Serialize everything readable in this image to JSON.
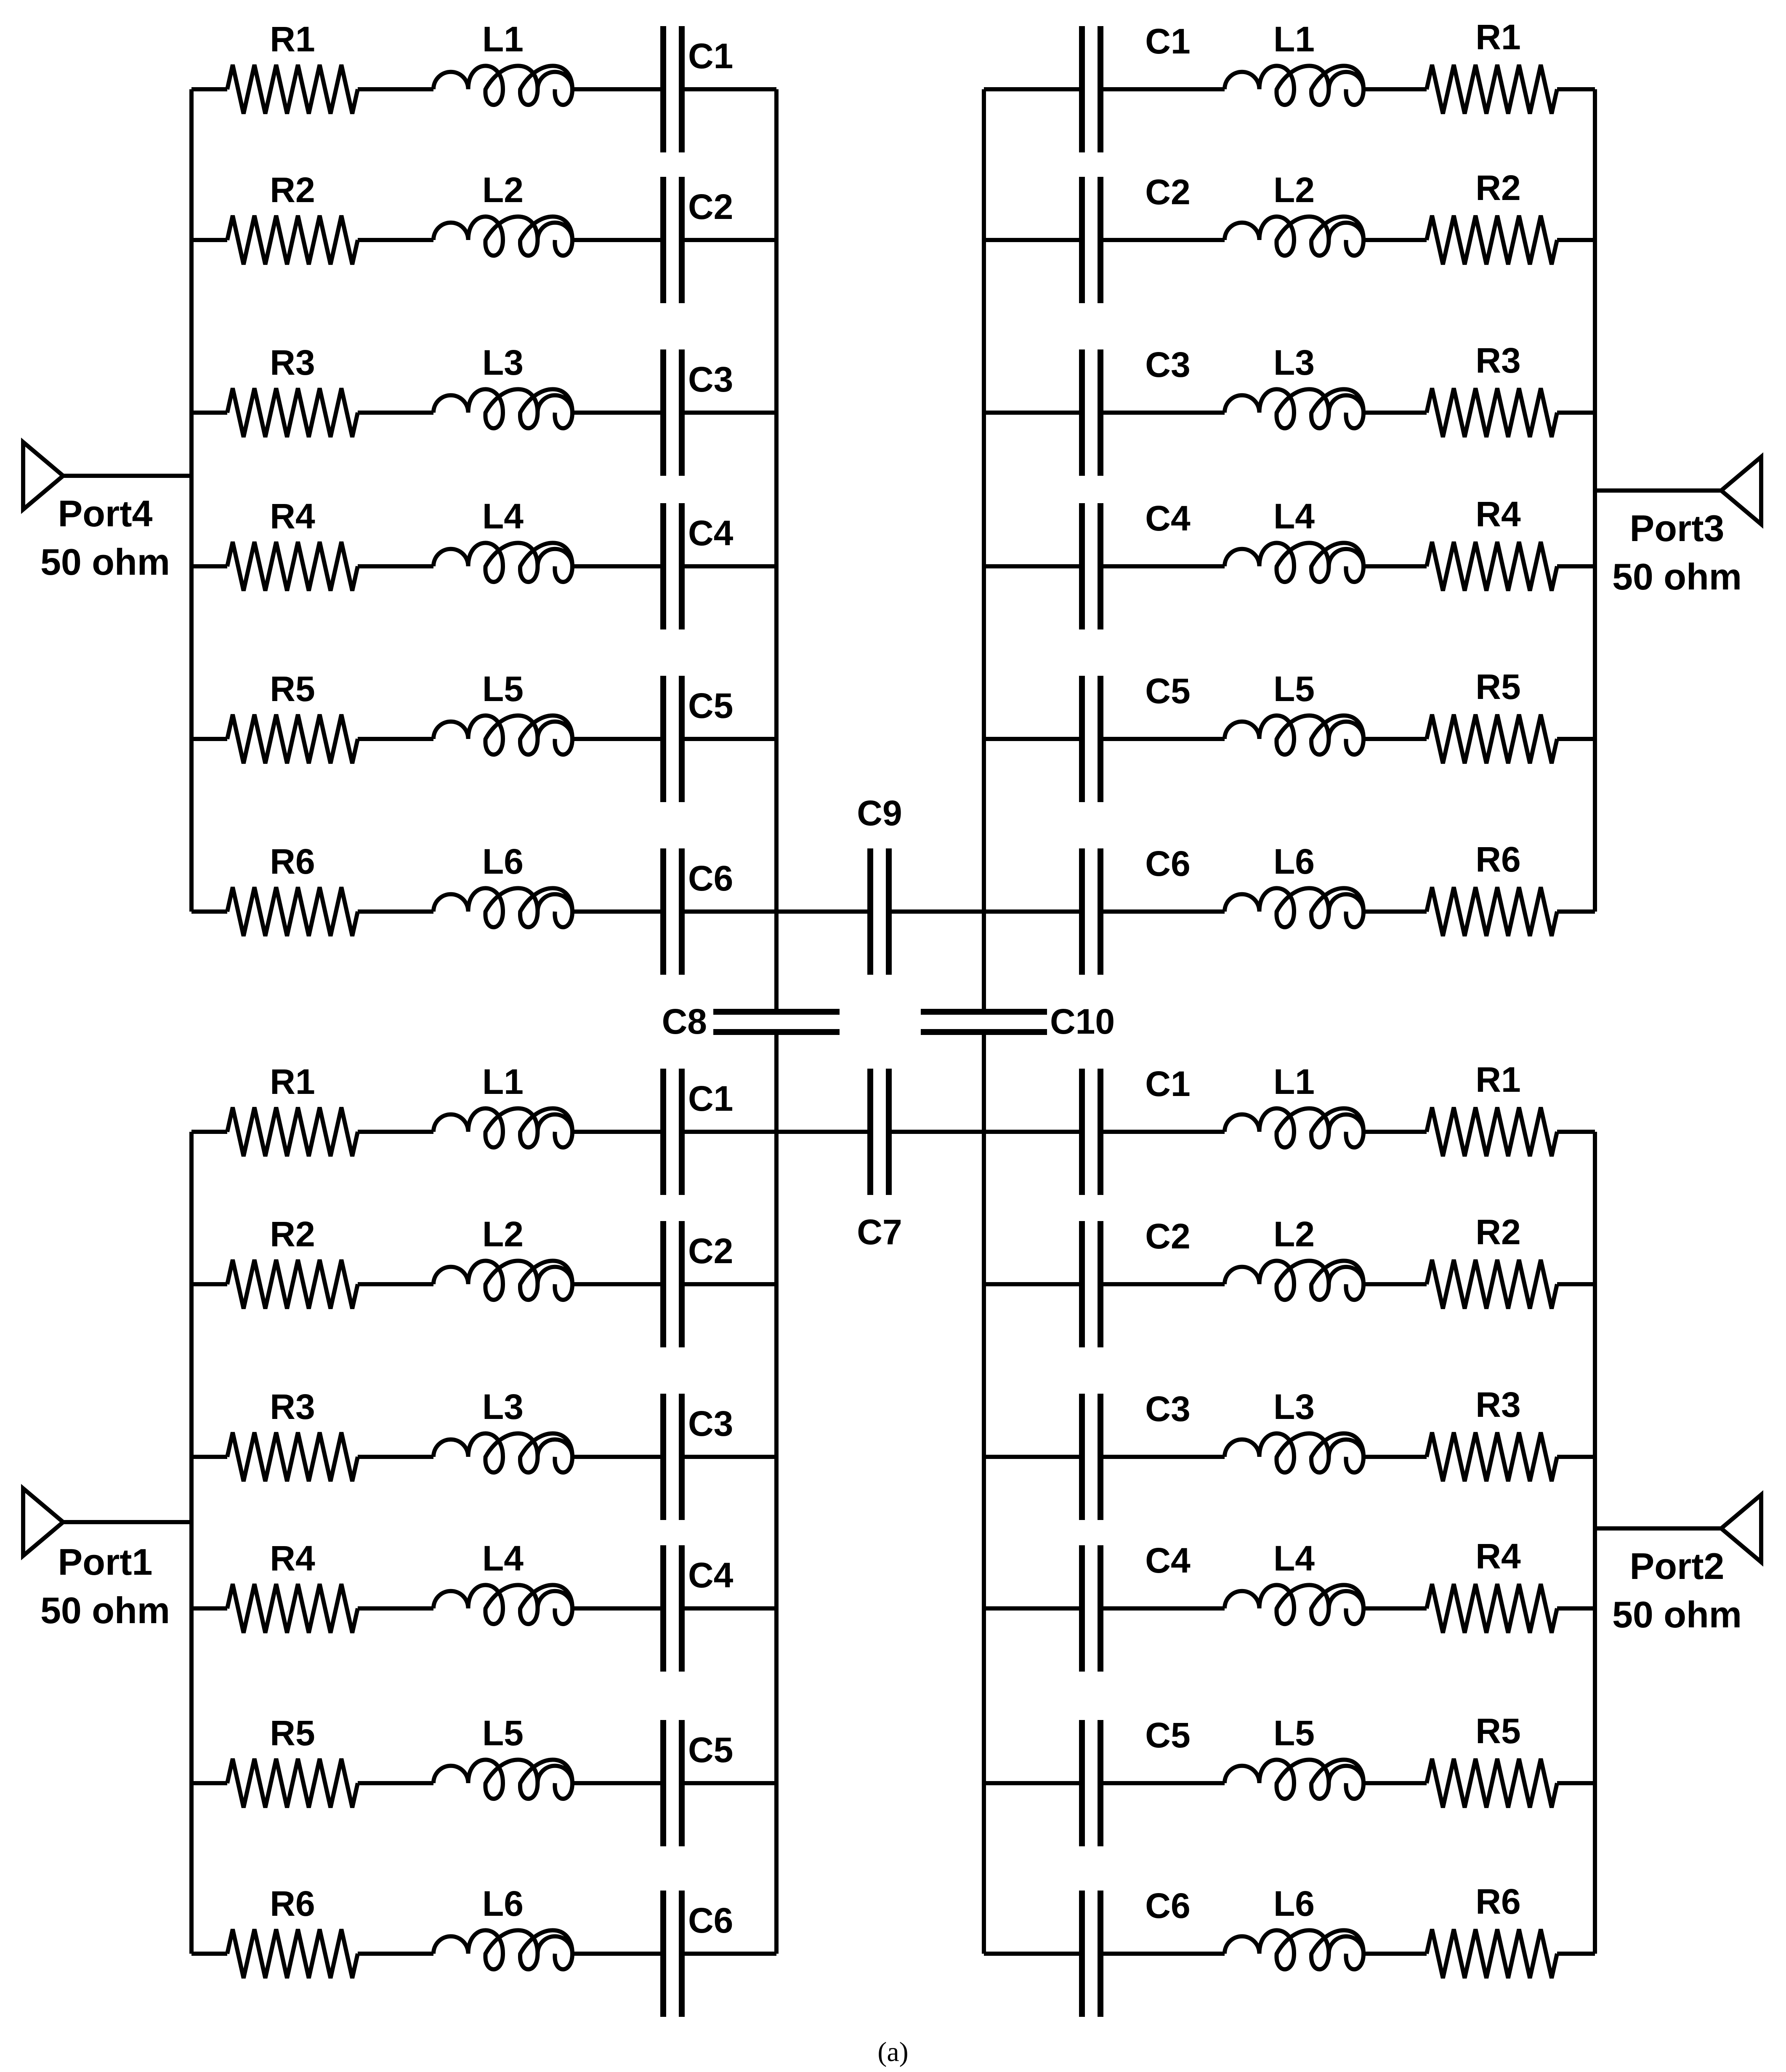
{
  "diagram": {
    "caption": "(a)",
    "port_labels": {
      "port4": {
        "name": "Port4",
        "impedance": "50 ohm"
      },
      "port3": {
        "name": "Port3",
        "impedance": "50 ohm"
      },
      "port1": {
        "name": "Port1",
        "impedance": "50 ohm"
      },
      "port2": {
        "name": "Port2",
        "impedance": "50 ohm"
      }
    },
    "branch_labels": [
      {
        "r": "R1",
        "l": "L1",
        "c": "C1"
      },
      {
        "r": "R2",
        "l": "L2",
        "c": "C2"
      },
      {
        "r": "R3",
        "l": "L3",
        "c": "C3"
      },
      {
        "r": "R4",
        "l": "L4",
        "c": "C4"
      },
      {
        "r": "R5",
        "l": "L5",
        "c": "C5"
      },
      {
        "r": "R6",
        "l": "L6",
        "c": "C6"
      }
    ],
    "coupling_labels": {
      "c7": "C7",
      "c8": "C8",
      "c9": "C9",
      "c10": "C10"
    }
  }
}
